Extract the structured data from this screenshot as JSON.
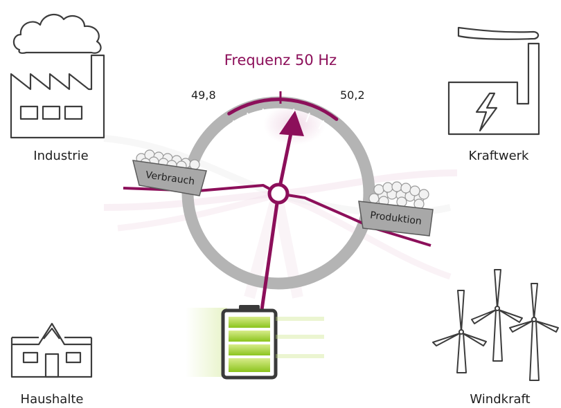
{
  "title": "Frequenz 50 Hz",
  "gauge": {
    "min_label": "49,8",
    "max_label": "50,2",
    "needle_value": 50
  },
  "balance": {
    "left_pan_label": "Verbrauch",
    "right_pan_label": "Produktion"
  },
  "icons": {
    "factory": {
      "name": "factory-icon",
      "label": "Industrie"
    },
    "power_plant": {
      "name": "power-plant-icon",
      "label": "Kraftwerk"
    },
    "house": {
      "name": "house-icon",
      "label": "Haushalte"
    },
    "wind": {
      "name": "wind-turbines-icon",
      "label": "Windkraft"
    },
    "battery": {
      "name": "battery-icon"
    }
  },
  "colors": {
    "accent": "#8c0f5a",
    "ring": "#b4b4b4",
    "outline": "#3c3c3c",
    "battery_green": "#9ccd2a"
  }
}
